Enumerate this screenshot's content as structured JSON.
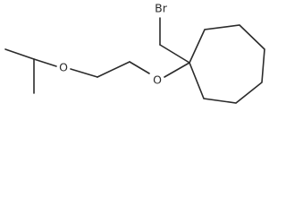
{
  "molecule": {
    "atoms": {
      "bromine": "Br",
      "ether_oxygen_left": "O",
      "ether_oxygen_right": "O"
    },
    "colors": {
      "bond": "#2b2b2b",
      "label": "#2b2b2b",
      "background": "#ffffff"
    }
  }
}
